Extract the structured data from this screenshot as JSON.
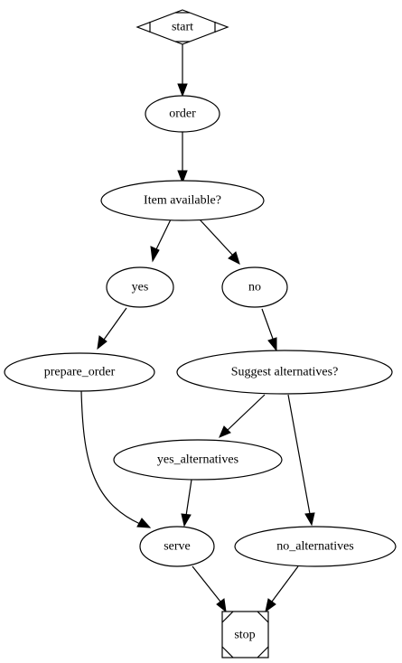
{
  "diagram": {
    "nodes": {
      "start": "start",
      "order": "order",
      "item_available": "Item available?",
      "yes": "yes",
      "no": "no",
      "prepare_order": "prepare_order",
      "suggest_alternatives": "Suggest alternatives?",
      "yes_alternatives": "yes_alternatives",
      "serve": "serve",
      "no_alternatives": "no_alternatives",
      "stop": "stop"
    },
    "edges": [
      {
        "from": "start",
        "to": "order"
      },
      {
        "from": "order",
        "to": "item_available"
      },
      {
        "from": "item_available",
        "to": "yes"
      },
      {
        "from": "item_available",
        "to": "no"
      },
      {
        "from": "yes",
        "to": "prepare_order"
      },
      {
        "from": "no",
        "to": "suggest_alternatives"
      },
      {
        "from": "suggest_alternatives",
        "to": "yes_alternatives"
      },
      {
        "from": "suggest_alternatives",
        "to": "no_alternatives"
      },
      {
        "from": "prepare_order",
        "to": "serve"
      },
      {
        "from": "yes_alternatives",
        "to": "serve"
      },
      {
        "from": "serve",
        "to": "stop"
      },
      {
        "from": "no_alternatives",
        "to": "stop"
      }
    ]
  }
}
